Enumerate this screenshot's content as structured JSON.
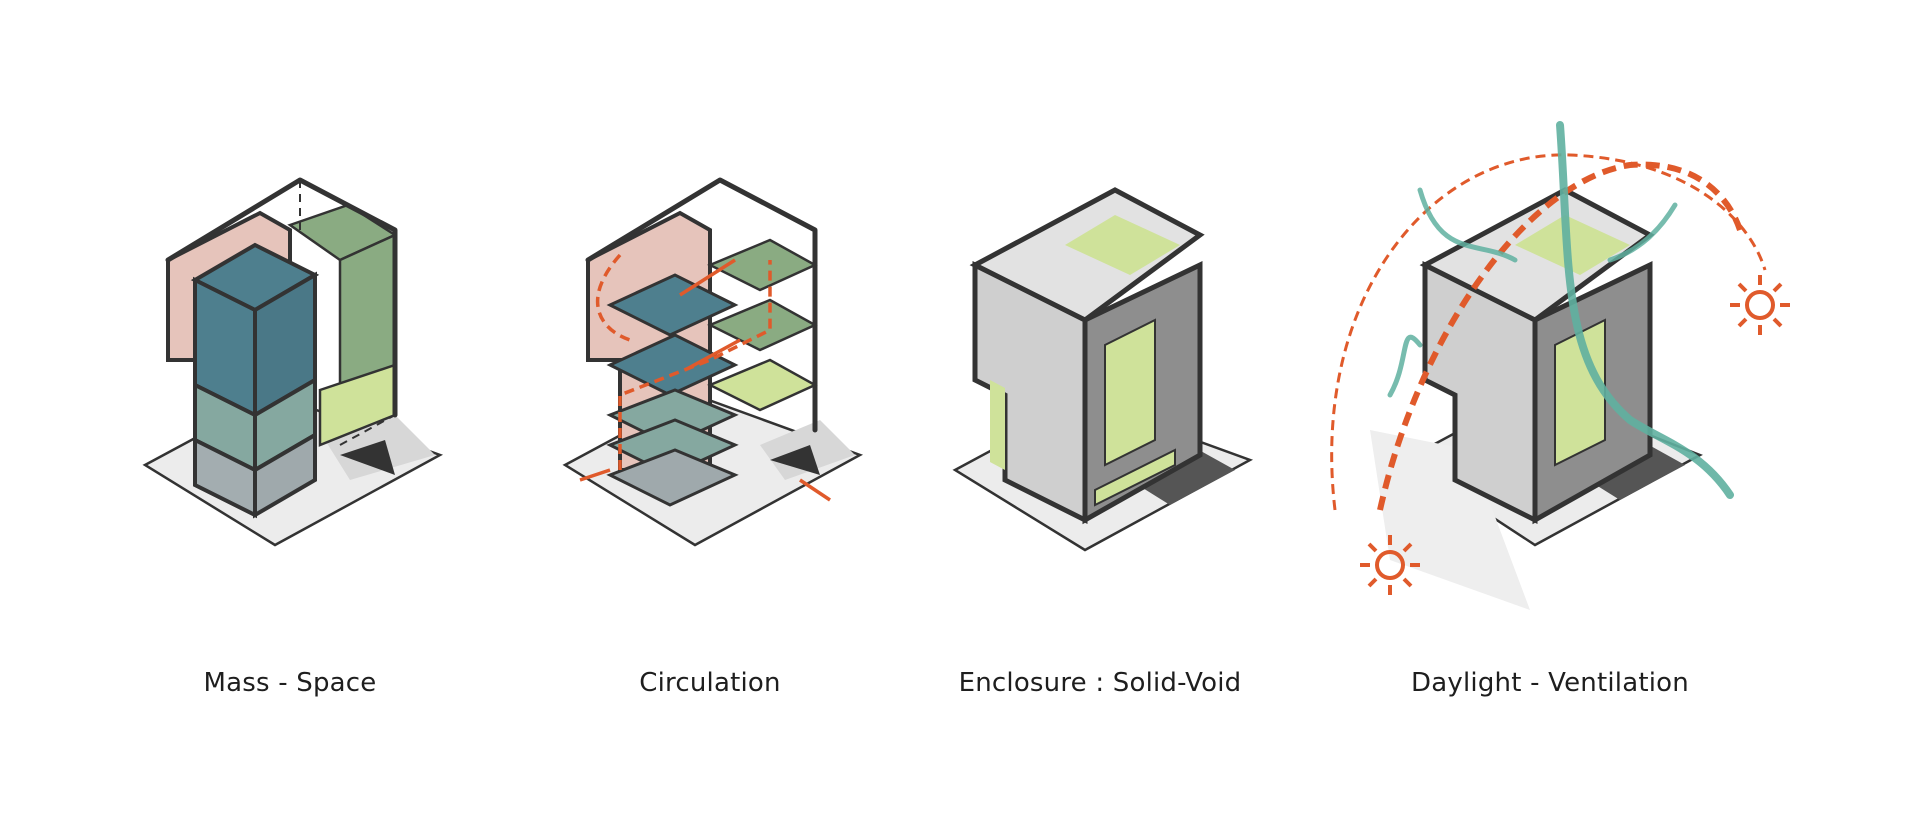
{
  "diagrams": [
    {
      "id": "mass",
      "caption": "Mass - Space"
    },
    {
      "id": "circulation",
      "caption": "Circulation"
    },
    {
      "id": "enclosure",
      "caption": "Enclosure : Solid-Void"
    },
    {
      "id": "daylight",
      "caption": "Daylight - Ventilation"
    }
  ],
  "colors": {
    "pink": "#e6c4bb",
    "teal": "#4e7f8e",
    "sage": "#85a8a0",
    "grey_blue": "#9fa9ac",
    "green": "#8aab82",
    "lime": "#cfe29a",
    "orange": "#e05a2b",
    "aqua": "#5fb0a0",
    "solid_light": "#cfcfcf",
    "solid_dark": "#8e8e8e",
    "ground": "#eaeaea"
  }
}
